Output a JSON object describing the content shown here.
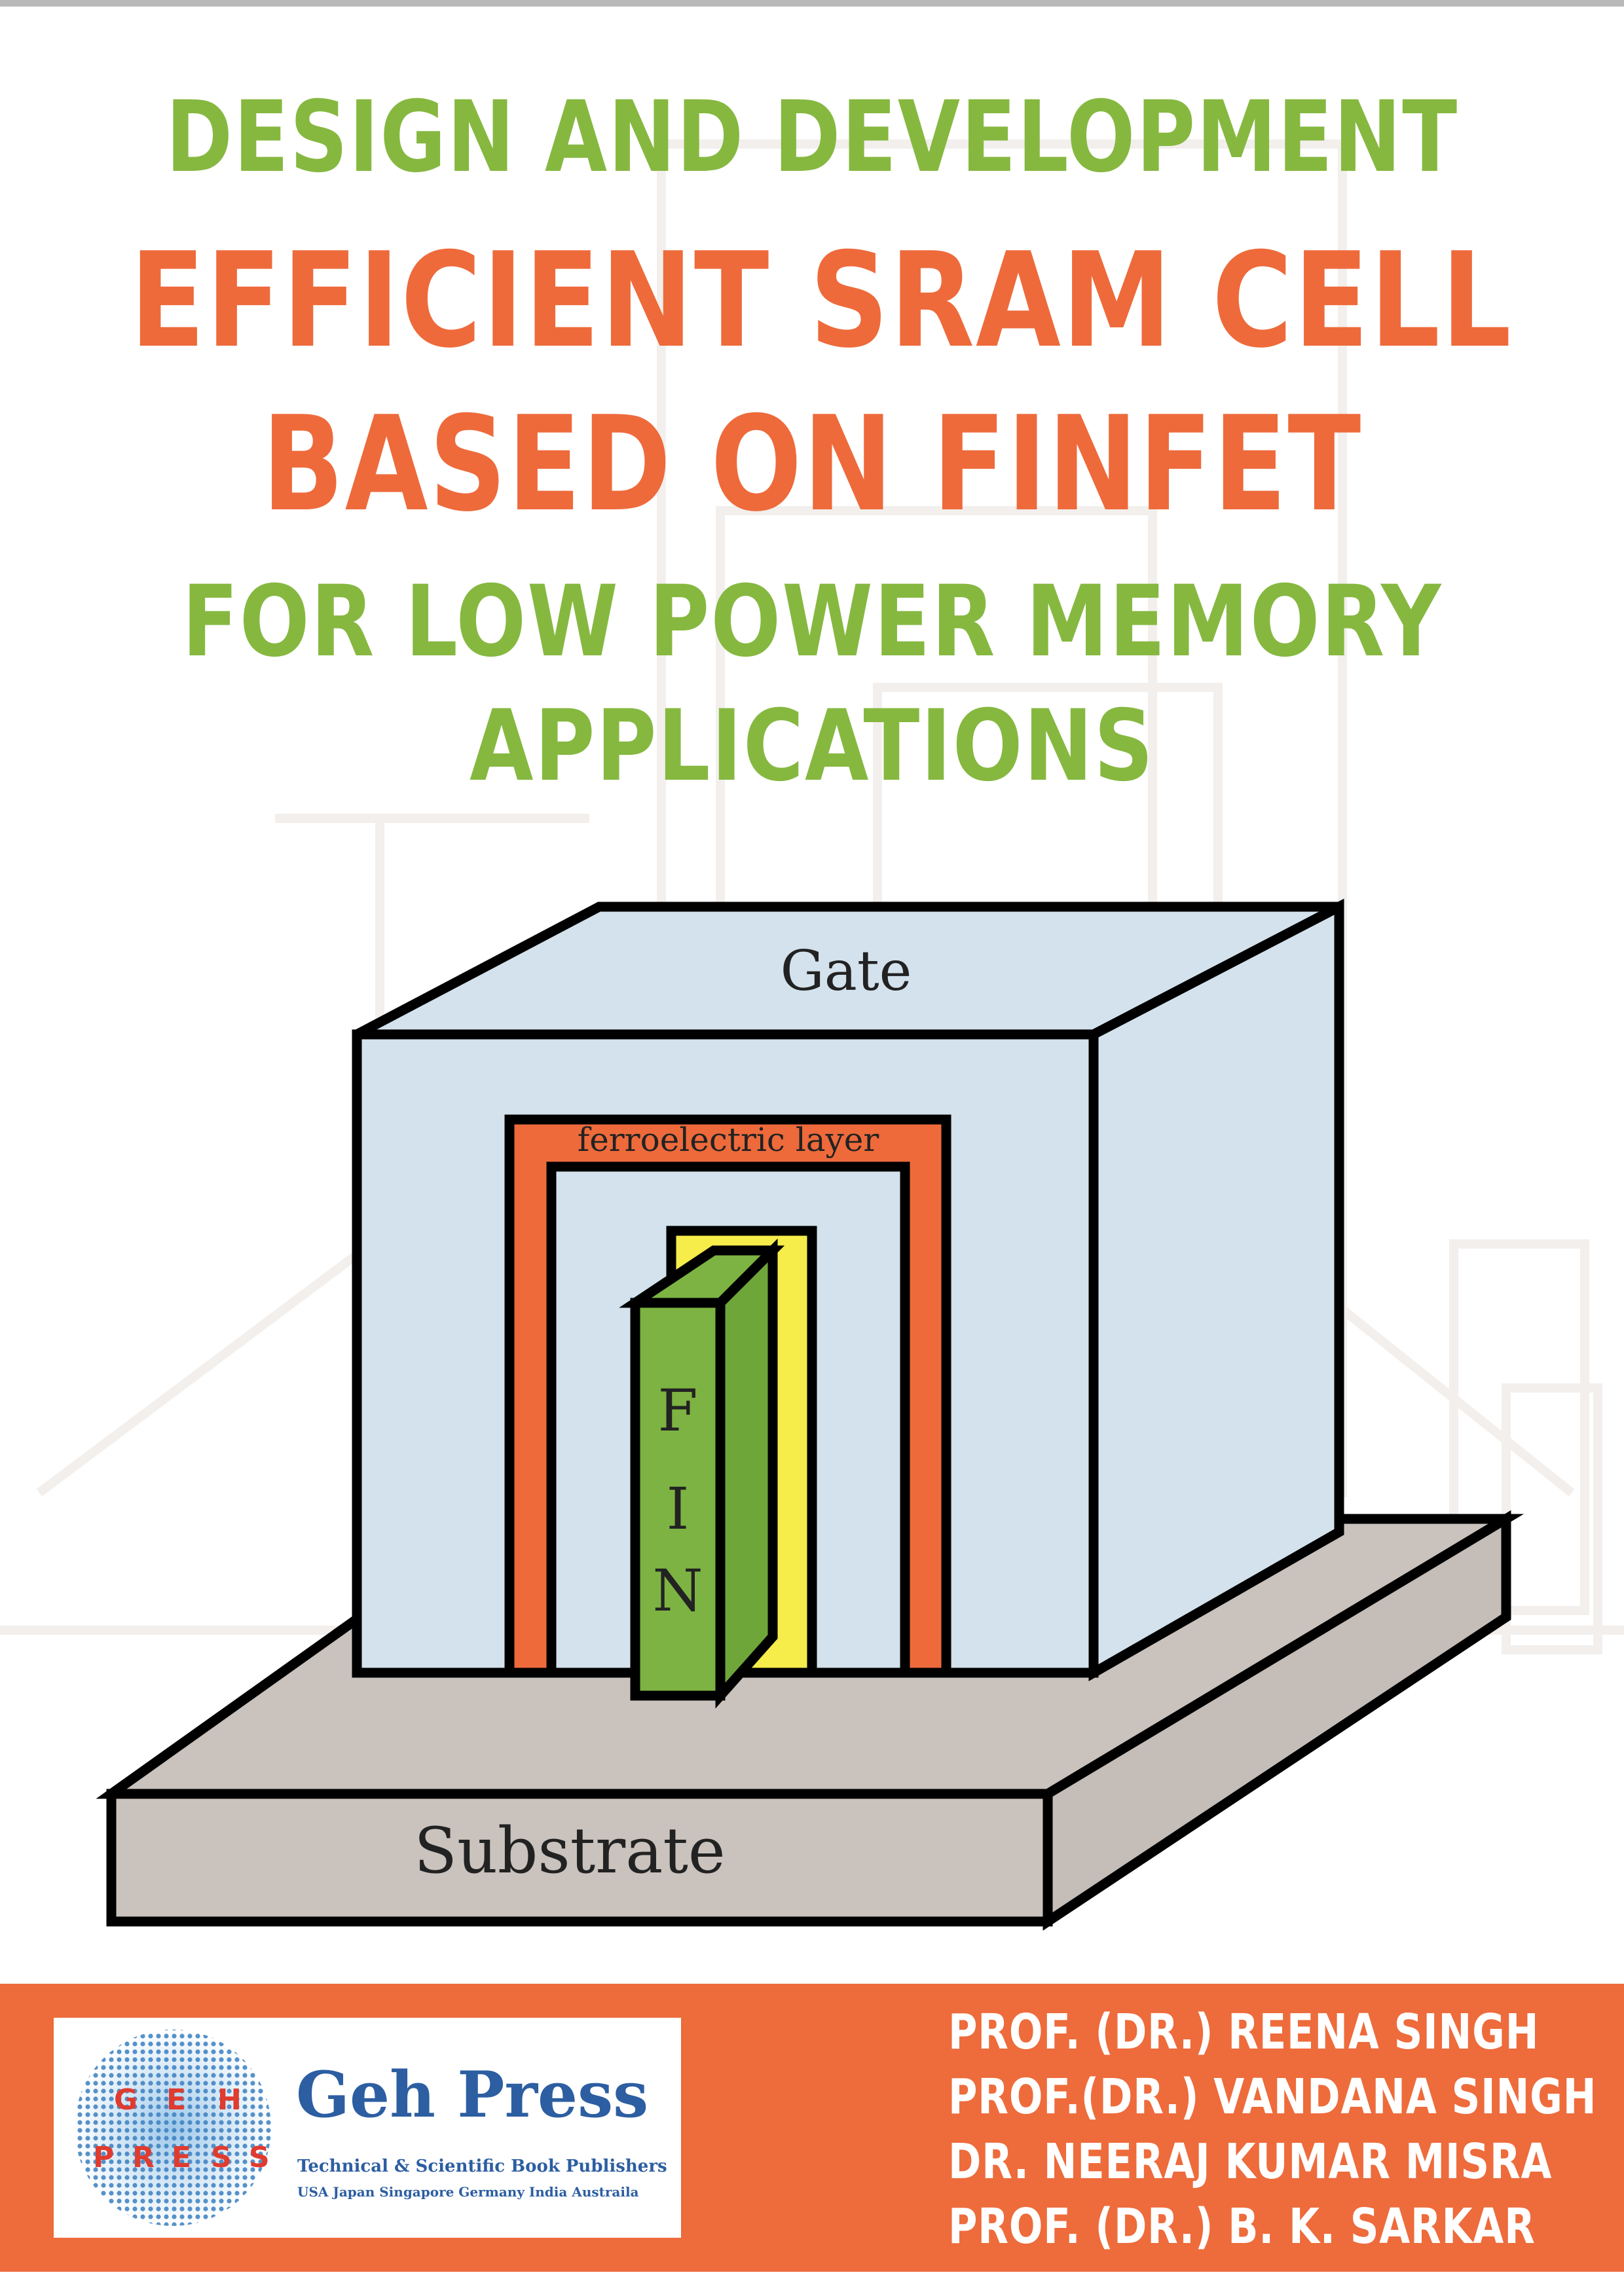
{
  "book": {
    "title_line1": "DESIGN AND DEVELOPMENT",
    "title_line2": "EFFICIENT SRAM CELL",
    "title_line3": "BASED ON FINFET",
    "title_line4": "FOR LOW POWER MEMORY",
    "title_line5": "APPLICATIONS"
  },
  "figure": {
    "gate_label": "Gate",
    "ferro_label": "ferroelectric layer",
    "fin_letters": [
      "F",
      "I",
      "N"
    ],
    "substrate_label": "Substrate"
  },
  "publisher": {
    "logo_letters": [
      "G",
      "E",
      "H",
      "P",
      "R",
      "E",
      "S",
      "S"
    ],
    "name": "Geh Press",
    "tagline": "Technical & Scientific Book Publishers",
    "locations": "USA Japan Singapore Germany India Austraila"
  },
  "authors": [
    "PROF. (DR.) REENA SINGH",
    "PROF.(DR.) VANDANA SINGH",
    "DR. NEERAJ KUMAR MISRA",
    "PROF. (DR.) B. K. SARKAR"
  ],
  "colors": {
    "green": "#86b840",
    "orange": "#ee6a3b",
    "gate_fill": "#d3e2ec",
    "substrate_fill": "#c9c2bd",
    "ferro_fill": "#ee6a3b",
    "fin_fill": "#7db342",
    "oxide_fill": "#f6ec4a",
    "publisher_blue": "#2c5ea1"
  }
}
